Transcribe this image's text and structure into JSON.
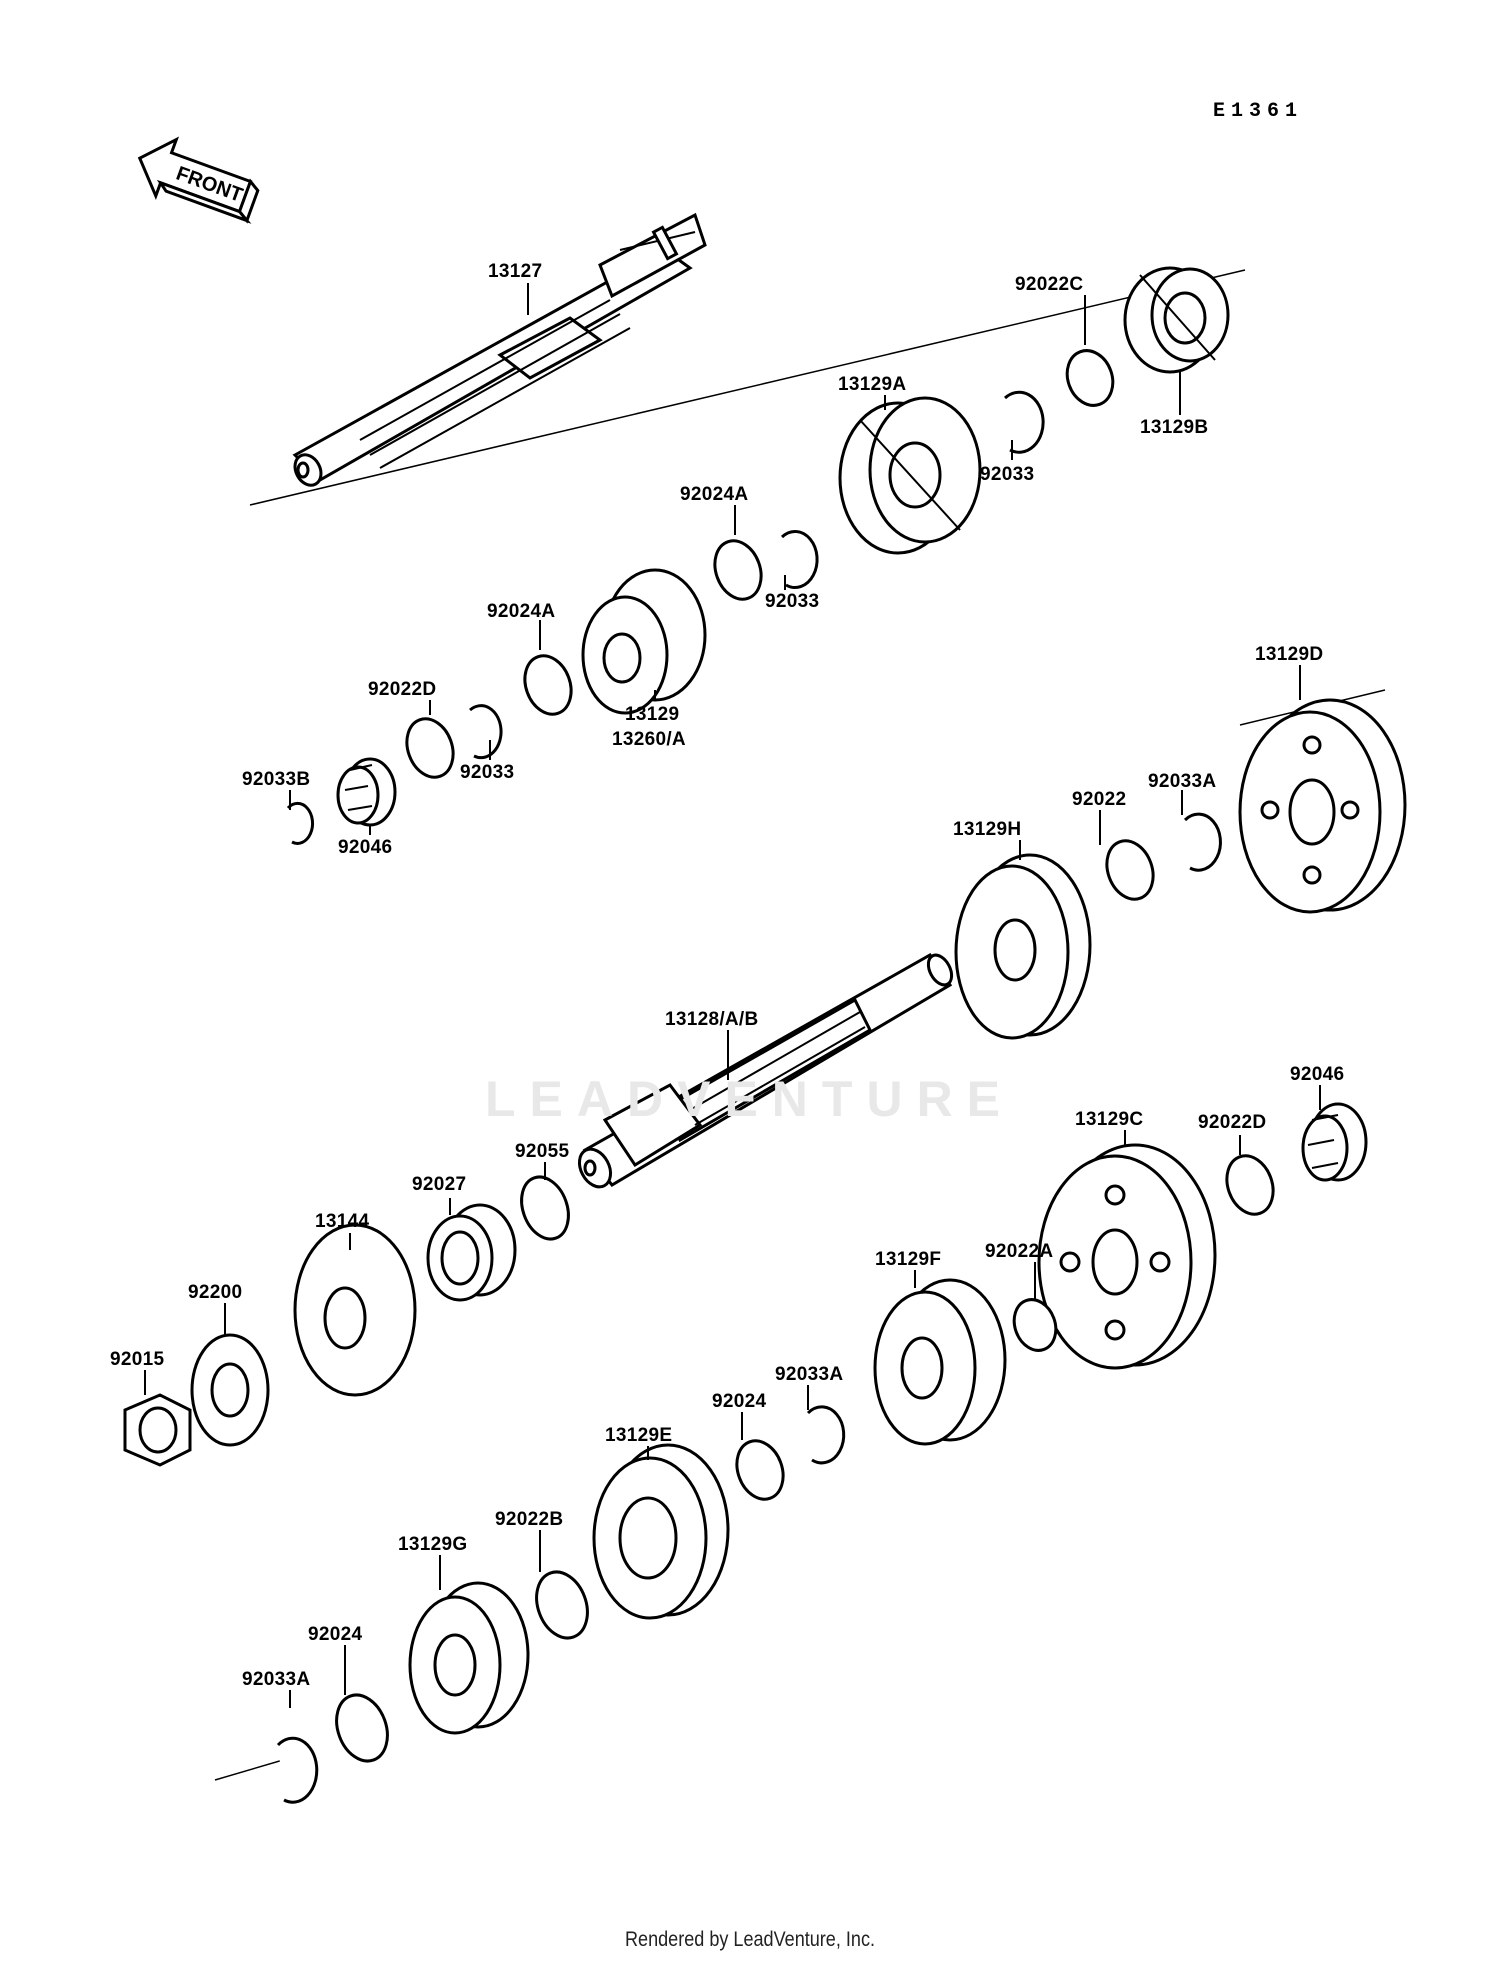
{
  "diagram_code": "E1361",
  "front_label": "FRONT",
  "watermark": "LEADVENTURE",
  "footer": "Rendered by LeadVenture, Inc.",
  "parts": {
    "p13127": "13127",
    "p92022C": "92022C",
    "p13129B": "13129B",
    "p13129A": "13129A",
    "p92033_a": "92033",
    "p92024A_a": "92024A",
    "p92033_b": "92033",
    "p92024A_b": "92024A",
    "p13129": "13129",
    "p13260A": "13260/A",
    "p92022D_a": "92022D",
    "p92033_c": "92033",
    "p92033B": "92033B",
    "p92046_a": "92046",
    "p13129D": "13129D",
    "p92022": "92022",
    "p92033A_a": "92033A",
    "p13129H": "13129H",
    "p13128": "13128/A/B",
    "p92046_b": "92046",
    "p13129C": "13129C",
    "p92022D_b": "92022D",
    "p92055": "92055",
    "p92027": "92027",
    "p13144": "13144",
    "p13129F": "13129F",
    "p92022A": "92022A",
    "p92200": "92200",
    "p92015": "92015",
    "p92033A_b": "92033A",
    "p92024_a": "92024",
    "p13129E": "13129E",
    "p92022B": "92022B",
    "p13129G": "13129G",
    "p92024_b": "92024",
    "p92033A_c": "92033A"
  }
}
